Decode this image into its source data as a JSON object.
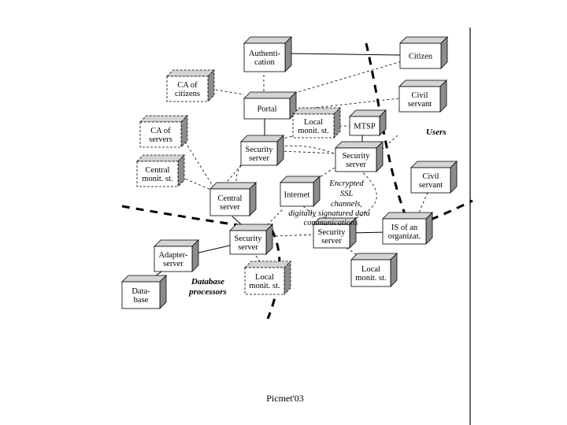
{
  "nodes": {
    "authentication": [
      "Authenti-",
      "cation"
    ],
    "citizen": [
      "Citizen"
    ],
    "ca_citizens": [
      "CA of",
      "citizens"
    ],
    "civil_servant_top": [
      "Civil",
      "servant"
    ],
    "portal": [
      "Portal"
    ],
    "local_mon_1": [
      "Local",
      "monit. st."
    ],
    "mtsp": [
      "MTSP"
    ],
    "ca_servers": [
      "CA of",
      "servers"
    ],
    "security_server_1": [
      "Security",
      "server"
    ],
    "security_server_2": [
      "Security",
      "server"
    ],
    "central_mon": [
      "Central",
      "monit. st."
    ],
    "civil_servant_right": [
      "Civil",
      "servant"
    ],
    "internet": [
      "Internet"
    ],
    "central_server": [
      "Central",
      "server"
    ],
    "security_server_3": [
      "Security",
      "server"
    ],
    "security_server_4": [
      "Security",
      "server"
    ],
    "is_org": [
      "IS of an",
      "organizat."
    ],
    "adapter_server": [
      "Adapter-",
      "server"
    ],
    "local_mon_2": [
      "Local",
      "monit. st."
    ],
    "local_mon_3": [
      "Local",
      "monit. st."
    ],
    "database": [
      "Data-",
      "base"
    ]
  },
  "labels": {
    "users": "Users",
    "ssl": [
      "Encrypted",
      "SSL",
      "channels,",
      "digitally signatured data",
      "communications"
    ],
    "db_processors": [
      "Database",
      "processors"
    ]
  },
  "footer": "Picmet'03"
}
